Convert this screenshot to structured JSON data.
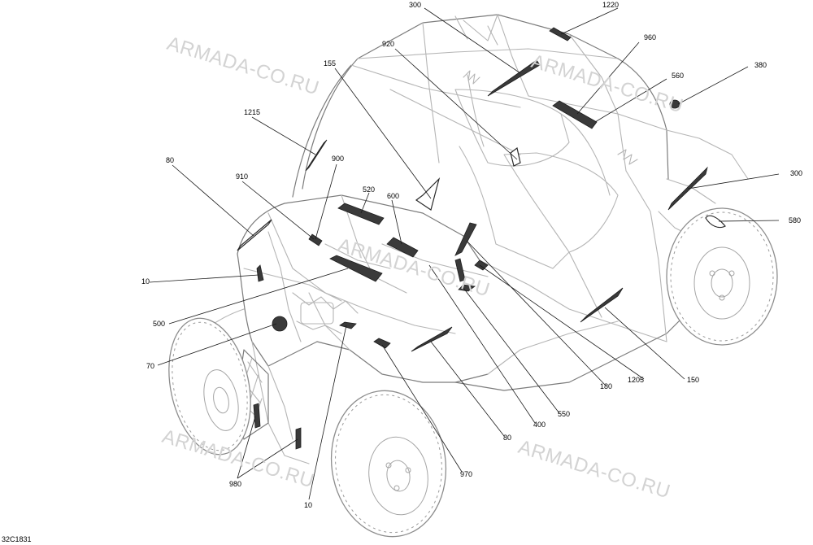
{
  "diagram_code": "32C1831",
  "watermark_text": "ARMADA-CO.RU",
  "callouts": {
    "c300_top": "300",
    "c1220": "1220",
    "c920": "920",
    "c960": "960",
    "c380": "380",
    "c155": "155",
    "c560": "560",
    "c1215": "1215",
    "c80_left": "80",
    "c900": "900",
    "c910": "910",
    "c520": "520",
    "c600": "600",
    "c300_right": "300",
    "c580": "580",
    "c10_left": "10",
    "c500": "500",
    "c70": "70",
    "c150": "150",
    "c180": "180",
    "c1205": "1205",
    "c550": "550",
    "c400": "400",
    "c80_bottom": "80",
    "c970": "970",
    "c980": "980",
    "c10_bottom": "10"
  }
}
